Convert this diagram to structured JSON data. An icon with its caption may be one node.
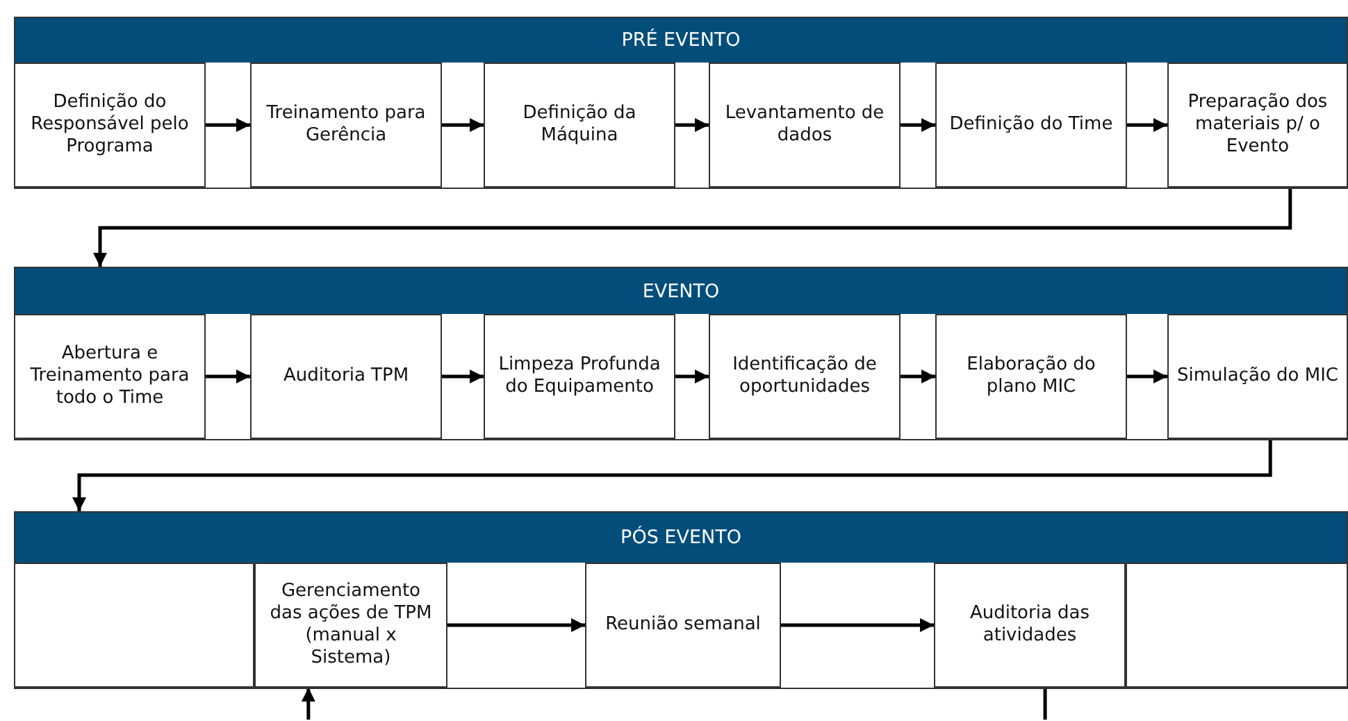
{
  "diagram": {
    "nodes": [
      {
        "text": [
          "PRÉ EVENTO"
        ]
      },
      {
        "text": [
          "Definição do Responsável pelo Programa"
        ],
        "in": 0
      },
      {
        "text": [
          "Treinamento para Gerência"
        ],
        "in": 0
      },
      {
        "text": [
          "Definição da Máquina"
        ],
        "in": 0
      },
      {
        "text": [
          "Levantamento de dados"
        ],
        "in": 0
      },
      {
        "text": [
          "Definição do Time"
        ],
        "in": 0
      },
      {
        "text": [
          "Preparação dos materiais p/ o Evento"
        ],
        "in": 0
      },
      {
        "text": [
          "EVENTO"
        ]
      },
      {
        "text": [
          "Abertura e Treinamento para todo o Time"
        ],
        "in": 7
      },
      {
        "text": [
          "Auditoria TPM"
        ],
        "in": 7
      },
      {
        "text": [
          "Limpeza Profunda do Equipamento"
        ],
        "in": 7
      },
      {
        "text": [
          "Identificação de oportunidades"
        ],
        "in": 7
      },
      {
        "text": [
          "Elaboração do plano MIC"
        ],
        "in": 7
      },
      {
        "text": [
          "Simulação do MIC"
        ],
        "in": 7
      },
      {
        "text": [
          "PÓS EVENTO"
        ]
      },
      {
        "text": [],
        "shape": "box",
        "in": 14
      },
      {
        "text": [
          "Gerenciamento das ações de TPM (manual x Sistema)"
        ],
        "in": 14
      },
      {
        "text": [
          "Reunião semanal"
        ],
        "in": 14
      },
      {
        "text": [
          "Auditoria das atividades"
        ],
        "in": 14
      },
      {
        "text": [],
        "shape": "box",
        "in": 14
      }
    ],
    "edges": [
      {
        "from": 1,
        "to": 2,
        "arrow": "to"
      },
      {
        "from": 2,
        "to": 3,
        "arrow": "to"
      },
      {
        "from": 3,
        "to": 4,
        "arrow": "to"
      },
      {
        "from": 4,
        "to": 5,
        "arrow": "to"
      },
      {
        "from": 5,
        "to": 6,
        "arrow": "to"
      },
      {
        "from": 6,
        "to": 7,
        "arrow": "to"
      },
      {
        "from": 8,
        "to": 9,
        "arrow": "to"
      },
      {
        "from": 9,
        "to": 10,
        "arrow": "to"
      },
      {
        "from": 10,
        "to": 11,
        "arrow": "to"
      },
      {
        "from": 11,
        "to": 12,
        "arrow": "to"
      },
      {
        "from": 12,
        "to": 13,
        "arrow": "to"
      },
      {
        "from": 13,
        "to": 14,
        "arrow": "to"
      },
      {
        "from": 16,
        "to": 17,
        "arrow": "to"
      },
      {
        "from": 17,
        "to": 18,
        "arrow": "to"
      },
      {
        "from": null,
        "to": 16,
        "arrow": "to"
      },
      {
        "from": 18,
        "to": null,
        "arrow": "none"
      }
    ]
  }
}
